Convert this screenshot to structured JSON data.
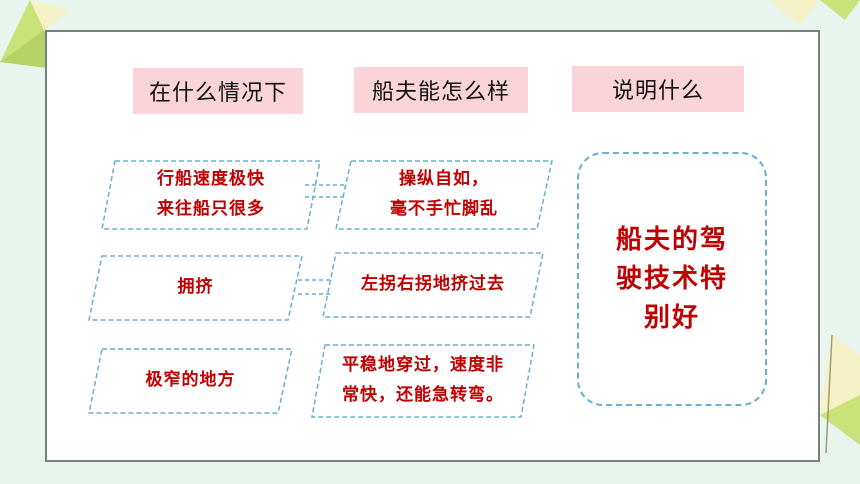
{
  "headers": [
    "在什么情况下",
    "船夫能怎么样",
    "说明什么"
  ],
  "rows": [
    {
      "situation": [
        "行船速度极快",
        "来往船只很多"
      ],
      "action": [
        "操纵自如，",
        "毫不手忙脚乱"
      ]
    },
    {
      "situation": [
        "拥挤"
      ],
      "action": [
        "左拐右拐地挤过去"
      ]
    },
    {
      "situation": [
        "极窄的地方"
      ],
      "action": [
        "平稳地穿过，速度非",
        "常快，还能急转弯。"
      ]
    }
  ],
  "conclusion": [
    "船夫的驾",
    "驶技术特",
    "别好"
  ],
  "colors": {
    "accent_red": "#c00000",
    "header_pink": "#fad4d8",
    "dash_blue": "#6aaed0"
  }
}
